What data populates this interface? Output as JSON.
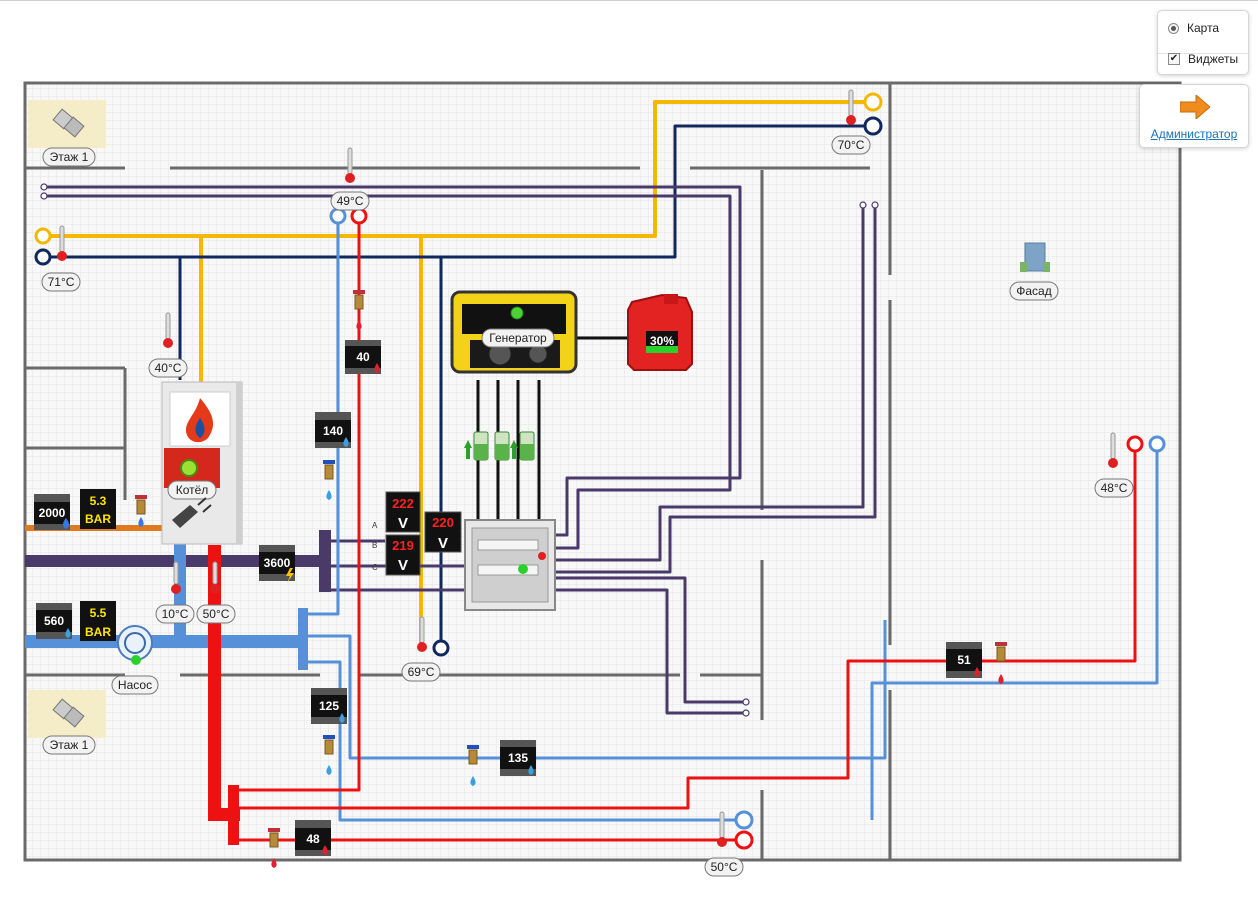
{
  "controls": {
    "layer_map": "Карта",
    "layer_widgets": "Виджеты",
    "admin_label": "Администратор"
  },
  "rooms": {
    "floor_top": "Этаж 1",
    "floor_bottom": "Этаж 1",
    "facade": "Фасад"
  },
  "devices": {
    "boiler": "Котёл",
    "generator": "Генератор",
    "pump": "Насос",
    "fuel_level": "30%"
  },
  "temperatures": {
    "t70": "70°C",
    "t49": "49°C",
    "t71": "71°C",
    "t40": "40°C",
    "t10": "10°C",
    "t50_boiler": "50°C",
    "t69": "69°C",
    "t48": "48°C",
    "t50_bottom": "50°C"
  },
  "meters": {
    "m40": "40",
    "m140": "140",
    "m2000": "2000",
    "m3600": "3600",
    "m560": "560",
    "m125": "125",
    "m135": "135",
    "m48": "48",
    "m51": "51"
  },
  "pressure": {
    "p1_value": "5.3",
    "p1_unit": "BAR",
    "p2_value": "5.5",
    "p2_unit": "BAR"
  },
  "voltage": {
    "phase_a_label": "A",
    "phase_b_label": "B",
    "phase_c_label": "C",
    "phase_a": "222",
    "phase_b": "219",
    "phase_c": "",
    "main": "220",
    "unit": "V"
  },
  "pipe_colors": {
    "hot": "#ee1111",
    "cold": "#5590d9",
    "yellow": "#f5b800",
    "navy": "#10285e",
    "purple": "#4a3a6a",
    "gas": "#e07a20"
  }
}
